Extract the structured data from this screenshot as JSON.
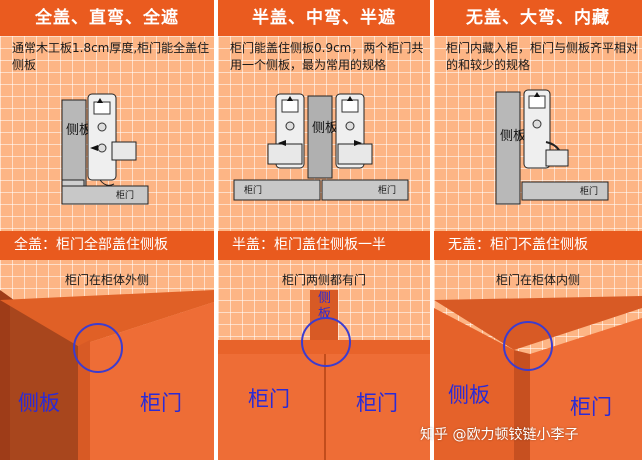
{
  "panels": [
    {
      "title": "全盖、直弯、全遮",
      "desc": "通常木工板1.8cm厚度,柜门能全盖住侧板",
      "part_labels": {
        "side": "侧板",
        "door": "柜门"
      },
      "subtitle": "全盖：柜门全部盖住侧板",
      "note": "柜门在柜体外侧",
      "scene_labels": {
        "side": "侧板",
        "door": "柜门"
      }
    },
    {
      "title": "半盖、中弯、半遮",
      "desc": "柜门能盖住侧板0.9cm，两个柜门共用一个侧板，最为常用的规格",
      "part_labels": {
        "side": "侧板",
        "door_left": "柜门",
        "door_right": "柜门"
      },
      "subtitle": "半盖：柜门盖住侧板一半",
      "note": "柜门两侧都有门",
      "scene_labels": {
        "side": "侧板",
        "door_left": "柜门",
        "door_right": "柜门"
      }
    },
    {
      "title": "无盖、大弯、内藏",
      "desc": "柜门内藏入柜，柜门与侧板齐平相对的和较少的规格",
      "part_labels": {
        "side": "侧板",
        "door": "柜门"
      },
      "subtitle": "无盖：柜门不盖住侧板",
      "note": "柜门在柜体内侧",
      "scene_labels": {
        "side": "侧板",
        "door": "柜门"
      }
    }
  ],
  "watermark": "知乎 @欧力顿铰链小李子",
  "colors": {
    "header": "#ea5b1f",
    "panel_bg": "#fdb585",
    "door": "#ee6d36",
    "side_dark": "#9a3a16",
    "highlight": "#3c3ccf"
  }
}
